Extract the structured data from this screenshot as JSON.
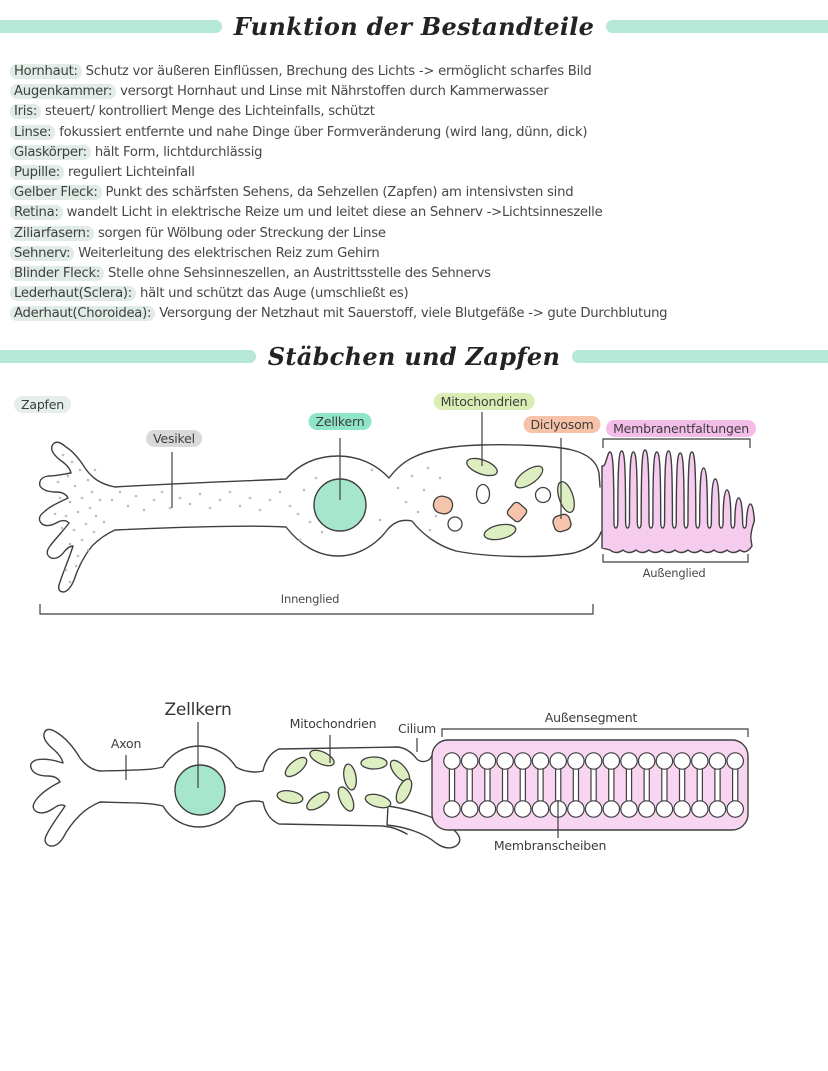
{
  "headers": {
    "section1": "Funktion der Bestandteile",
    "section2": "Stäbchen und Zapfen"
  },
  "definitions": [
    {
      "term": "Hornhaut:",
      "text": "Schutz vor äußeren Einflüssen, Brechung des Lichts -> ermöglicht scharfes Bild"
    },
    {
      "term": "Augenkammer:",
      "text": "versorgt Hornhaut und Linse mit Nährstoffen durch Kammerwasser"
    },
    {
      "term": "Iris:",
      "text": "steuert/ kontrolliert Menge des Lichteinfalls, schützt"
    },
    {
      "term": "Linse:",
      "text": "fokussiert entfernte und nahe Dinge über Formveränderung (wird lang, dünn, dick)"
    },
    {
      "term": "Glaskörper:",
      "text": "hält Form, lichtdurchlässig"
    },
    {
      "term": "Pupille:",
      "text": "reguliert Lichteinfall"
    },
    {
      "term": "Gelber Fleck:",
      "text": "Punkt des schärfsten Sehens, da Sehzellen (Zapfen) am intensivsten sind"
    },
    {
      "term": "Retina:",
      "text": "wandelt Licht in elektrische Reize um und leitet diese an Sehnerv ->Lichtsinneszelle"
    },
    {
      "term": "Ziliarfasern:",
      "text": "sorgen für Wölbung oder Streckung der Linse"
    },
    {
      "term": "Sehnerv:",
      "text": "Weiterleitung des elektrischen Reiz zum Gehirn"
    },
    {
      "term": "Blinder Fleck:",
      "text": "Stelle ohne Sehsinneszellen, an Austrittsstelle des Sehnervs"
    },
    {
      "term": "Lederhaut(Sclera):",
      "text": "hält und schützt das Auge (umschließt es)"
    },
    {
      "term": "Aderhaut(Choroidea):",
      "text": "Versorgung der Netzhaut mit Sauerstoff, viele Blutgefäße -> gute Durchblutung"
    }
  ],
  "cone": {
    "title": "Zapfen",
    "labels": {
      "vesikel": "Vesikel",
      "zellkern": "Zellkern",
      "mitochondrien": "Mitochondrien",
      "diclyosom": "Diclyosom",
      "membranentfaltungen": "Membranentfaltungen",
      "aussenglied": "Außenglied",
      "innenglied": "Innenglied"
    },
    "fold_count": 13
  },
  "rod": {
    "labels": {
      "axon": "Axon",
      "zellkern": "Zellkern",
      "mitochondrien": "Mitochondrien",
      "cilium": "Cilium",
      "aussensegment": "Außensegment",
      "membranscheiben": "Membranscheiben"
    },
    "disc_count": 17
  },
  "colors": {
    "accent_mint": "#b5e8d6",
    "nucleus_teal": "#a5e6cd",
    "mito_green": "#ddeec0",
    "golgi_orange": "#f5c4ab",
    "membrane_pink": "#f5cbee",
    "membrane_pink_rod": "#f8d6f2",
    "term_highlight": "#e2ece6",
    "ink": "#3f3f3f"
  }
}
